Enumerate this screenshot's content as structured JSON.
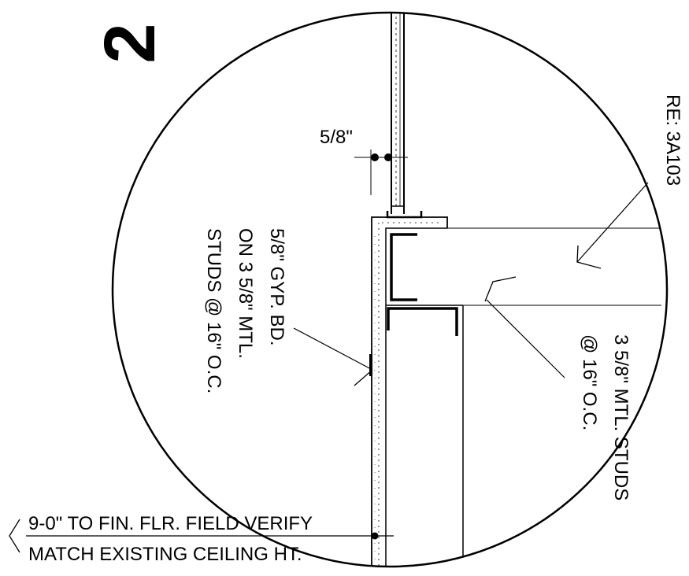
{
  "detail": {
    "number": "2",
    "colors": {
      "ink": "#000000",
      "paper": "#ffffff"
    }
  },
  "labels": {
    "dimension": "5/8\"",
    "reference": "RE: 3A103",
    "gyp_board": [
      "5/8\" GYP. BD.",
      "ON 3 5/8\" MTL.",
      "STUDS @ 16\" O.C."
    ],
    "studs": [
      "3 5/8\" MTL. STUDS",
      "@ 16\" O.C."
    ],
    "ceiling_height": "9-0\" TO FIN. FLR. FIELD VERIFY",
    "match_ceiling": "MATCH EXISTING CEILING HT."
  }
}
